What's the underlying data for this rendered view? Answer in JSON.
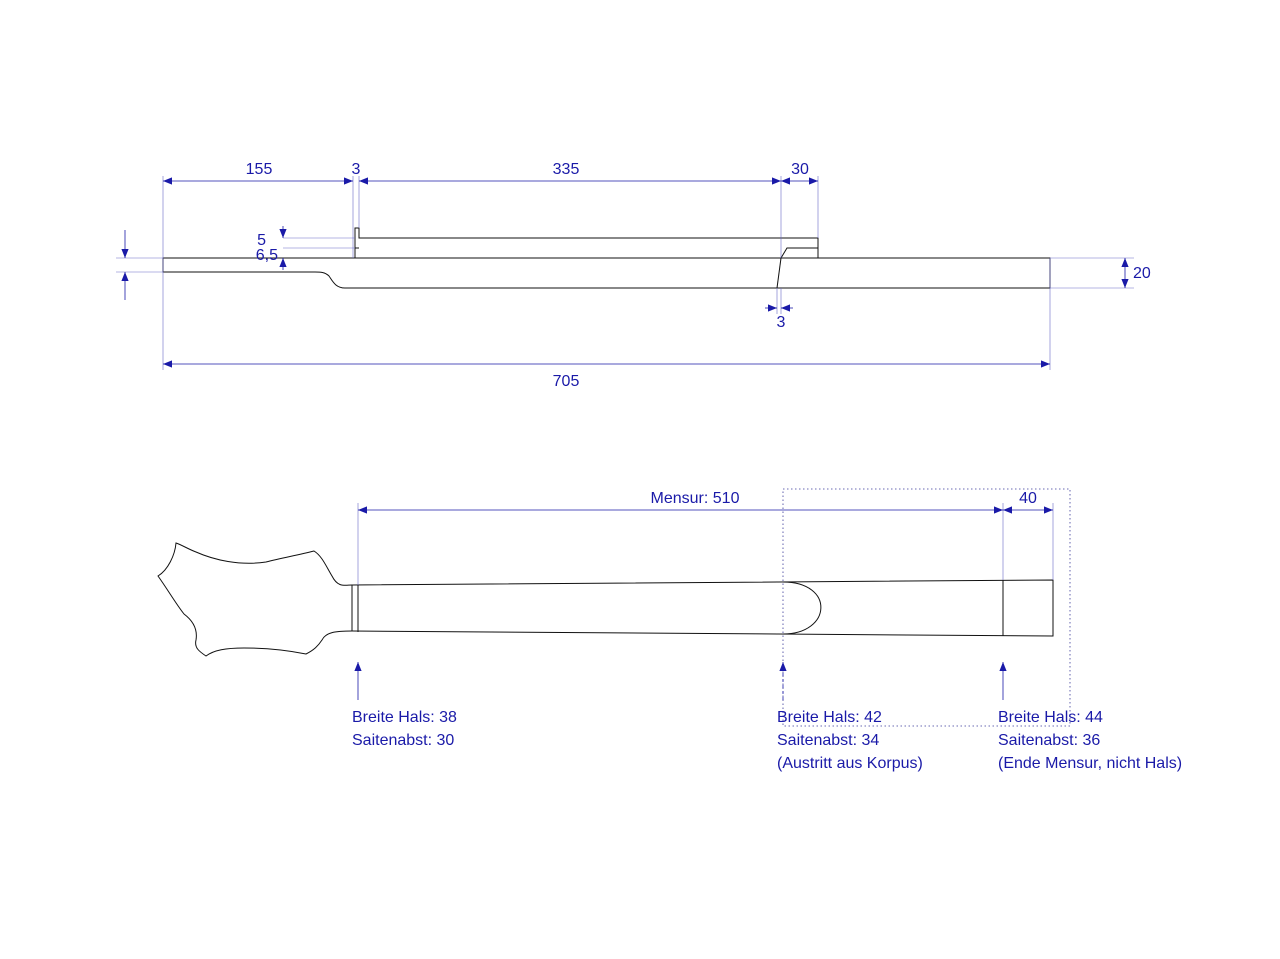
{
  "side_view": {
    "dims": {
      "d155": "155",
      "d3_top": "3",
      "d335": "335",
      "d30": "30",
      "d5": "5",
      "d6_5": "6,5",
      "d20": "20",
      "d3_bottom": "3",
      "d705": "705"
    }
  },
  "top_view": {
    "mensur": "Mensur: 510",
    "d40": "40",
    "stations": [
      {
        "line1": "Breite Hals: 38",
        "line2": "Saitenabst: 30",
        "line3": ""
      },
      {
        "line1": "Breite Hals: 42",
        "line2": "Saitenabst: 34",
        "line3": "(Austritt aus Korpus)"
      },
      {
        "line1": "Breite Hals: 44",
        "line2": "Saitenabst: 36",
        "line3": "(Ende Mensur, nicht Hals)"
      }
    ]
  },
  "colors": {
    "dimension": "#1a1aa8",
    "outline": "#111111"
  }
}
